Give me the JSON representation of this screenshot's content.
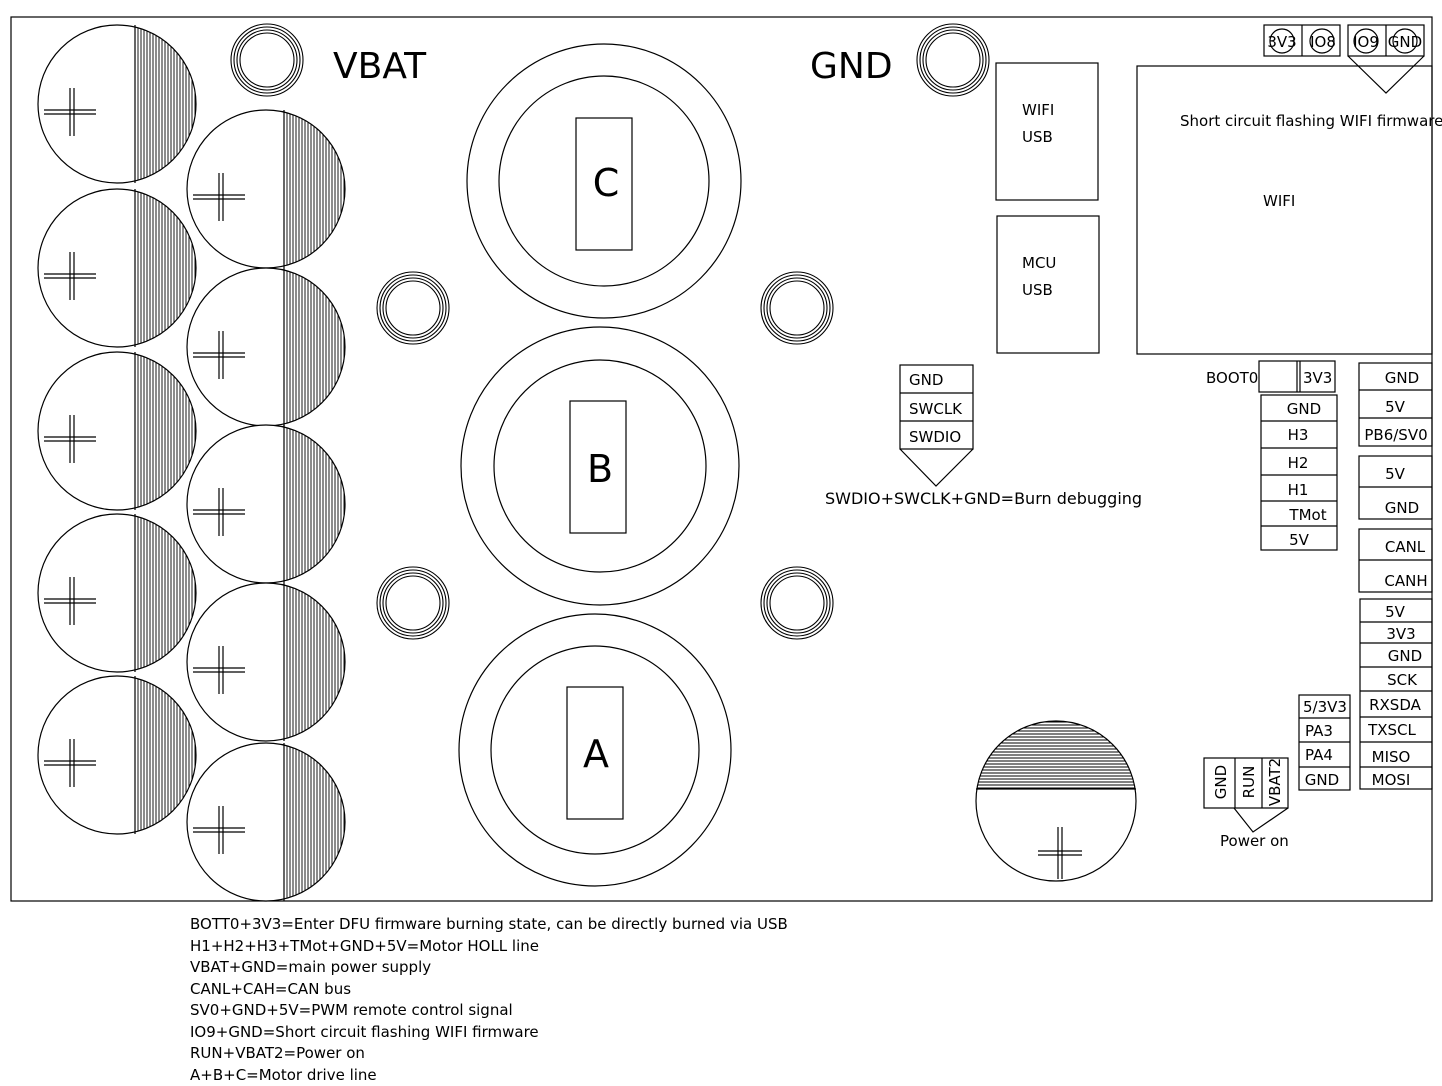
{
  "labels": {
    "vbat": "VBAT",
    "gnd": "GND",
    "phase_a": "A",
    "phase_b": "B",
    "phase_c": "C",
    "wifi_usb": [
      "WIFI",
      "USB"
    ],
    "mcu_usb": [
      "MCU",
      "USB"
    ],
    "wifi_module": "WIFI",
    "wifi_flash_note": "Short circuit flashing WIFI firmware",
    "swd_note": "SWDIO+SWCLK+GND=Burn debugging",
    "power_on_note": "Power on",
    "boot0": "BOOT0"
  },
  "headers": {
    "top_right": [
      "3V3",
      "IO8",
      "IO9",
      "GND"
    ],
    "swd": [
      "GND",
      "SWCLK",
      "SWDIO"
    ],
    "boot": [
      "3V3"
    ],
    "hall": [
      "GND",
      "H3",
      "H2",
      "H1",
      "TMot",
      "5V"
    ],
    "pwm_a": [
      "GND",
      "5V",
      "PB6/SV0"
    ],
    "pwm_b": [
      "5V",
      "GND"
    ],
    "can": [
      "CANL",
      "CANH"
    ],
    "spi": [
      "5V",
      "3V3",
      "GND",
      "SCK",
      "RXSDA",
      "TXSCL",
      "MISO",
      "MOSI"
    ],
    "uart": [
      "5/3V3",
      "PA3",
      "PA4",
      "GND"
    ],
    "power": [
      "GND",
      "RUN",
      "VBAT2"
    ]
  },
  "notes": [
    "BOTT0+3V3=Enter DFU firmware burning state, can be directly burned via USB",
    "H1+H2+H3+TMot+GND+5V=Motor HOLL line",
    "VBAT+GND=main power supply",
    "CANL+CAH=CAN bus",
    "SV0+GND+5V=PWM remote control signal",
    "IO9+GND=Short circuit flashing WIFI firmware",
    "RUN+VBAT2=Power on",
    "A+B+C=Motor drive line"
  ]
}
